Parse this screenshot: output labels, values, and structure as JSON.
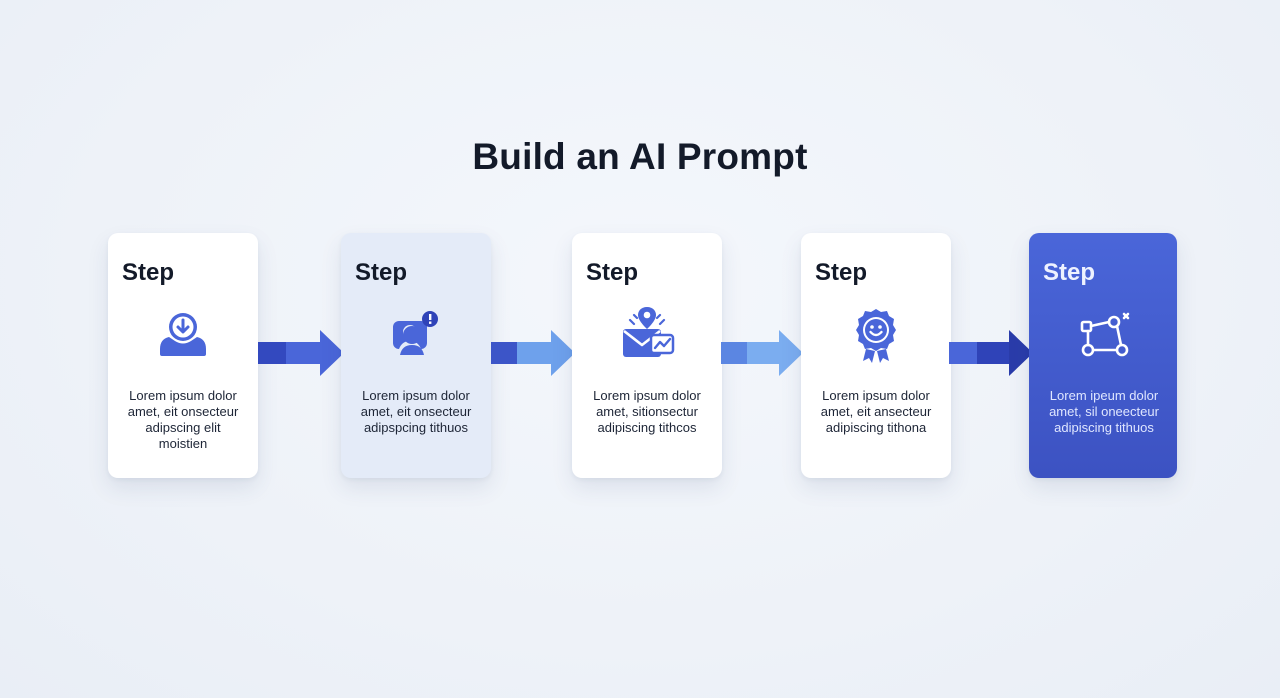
{
  "title": "Build an AI Prompt",
  "colors": {
    "primary": "#4a66d9",
    "primary_dark": "#2f43b8",
    "light_blue": "#6ea1ec",
    "tinted_card": "#e4ebf8"
  },
  "steps": [
    {
      "label": "Step",
      "icon": "download-user-icon",
      "desc_lines": [
        "Lorem ipsum dolor",
        "amet, eit onsecteur",
        "adipscing elit",
        "moistien"
      ]
    },
    {
      "label": "Step",
      "icon": "user-notification-icon",
      "desc_lines": [
        "Lorem ipsum dolor",
        "amet, eit onsecteur",
        "adipspcing tithuos"
      ]
    },
    {
      "label": "Step",
      "icon": "location-envelope-chart-icon",
      "desc_lines": [
        "Lorem ipsum dolor",
        "amet, sitionsectur",
        "adipiscing tithcos"
      ]
    },
    {
      "label": "Step",
      "icon": "smile-badge-icon",
      "desc_lines": [
        "Lorem ipsum dolor",
        "amet, eit ansecteur",
        "adipiscing tithona"
      ]
    },
    {
      "label": "Step",
      "icon": "network-nodes-icon",
      "desc_lines": [
        "Lorem ipeum dolor",
        "amet, sil oneecteur",
        "adipiscing tithuos"
      ]
    }
  ]
}
